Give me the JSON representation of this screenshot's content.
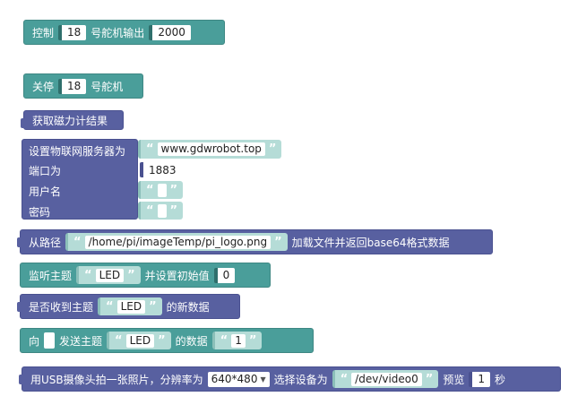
{
  "block1": {
    "pre": "控制",
    "servo_num": "18",
    "mid": "号舵机输出",
    "value": "2000"
  },
  "block2": {
    "pre": "关停",
    "servo_num": "18",
    "post": "号舵机"
  },
  "block3": {
    "label": "获取磁力计结果"
  },
  "block4": {
    "title": "设置物联网服务器为",
    "server": "www.gdwrobot.top",
    "port_label": "端口为",
    "port": "1883",
    "user_label": "用户名",
    "user": "",
    "pass_label": "密码",
    "pass": ""
  },
  "block5": {
    "pre": "从路径",
    "path": "/home/pi/imageTemp/pi_logo.png",
    "post": "加载文件并返回base64格式数据"
  },
  "block6": {
    "pre": "监听主题",
    "topic": "LED",
    "mid": "并设置初始值",
    "value": "0"
  },
  "block7": {
    "pre": "是否收到主题",
    "topic": "LED",
    "post": "的新数据"
  },
  "block8": {
    "pre": "向",
    "mid": "发送主题",
    "topic": "LED",
    "mid2": "的数据",
    "value": "1"
  },
  "block9": {
    "pre": "用USB摄像头拍一张照片，分辨率为",
    "resolution": "640*480",
    "mid": "选择设备为",
    "device": "/dev/video0",
    "preview_label": "预览",
    "seconds": "1",
    "unit": "秒"
  }
}
